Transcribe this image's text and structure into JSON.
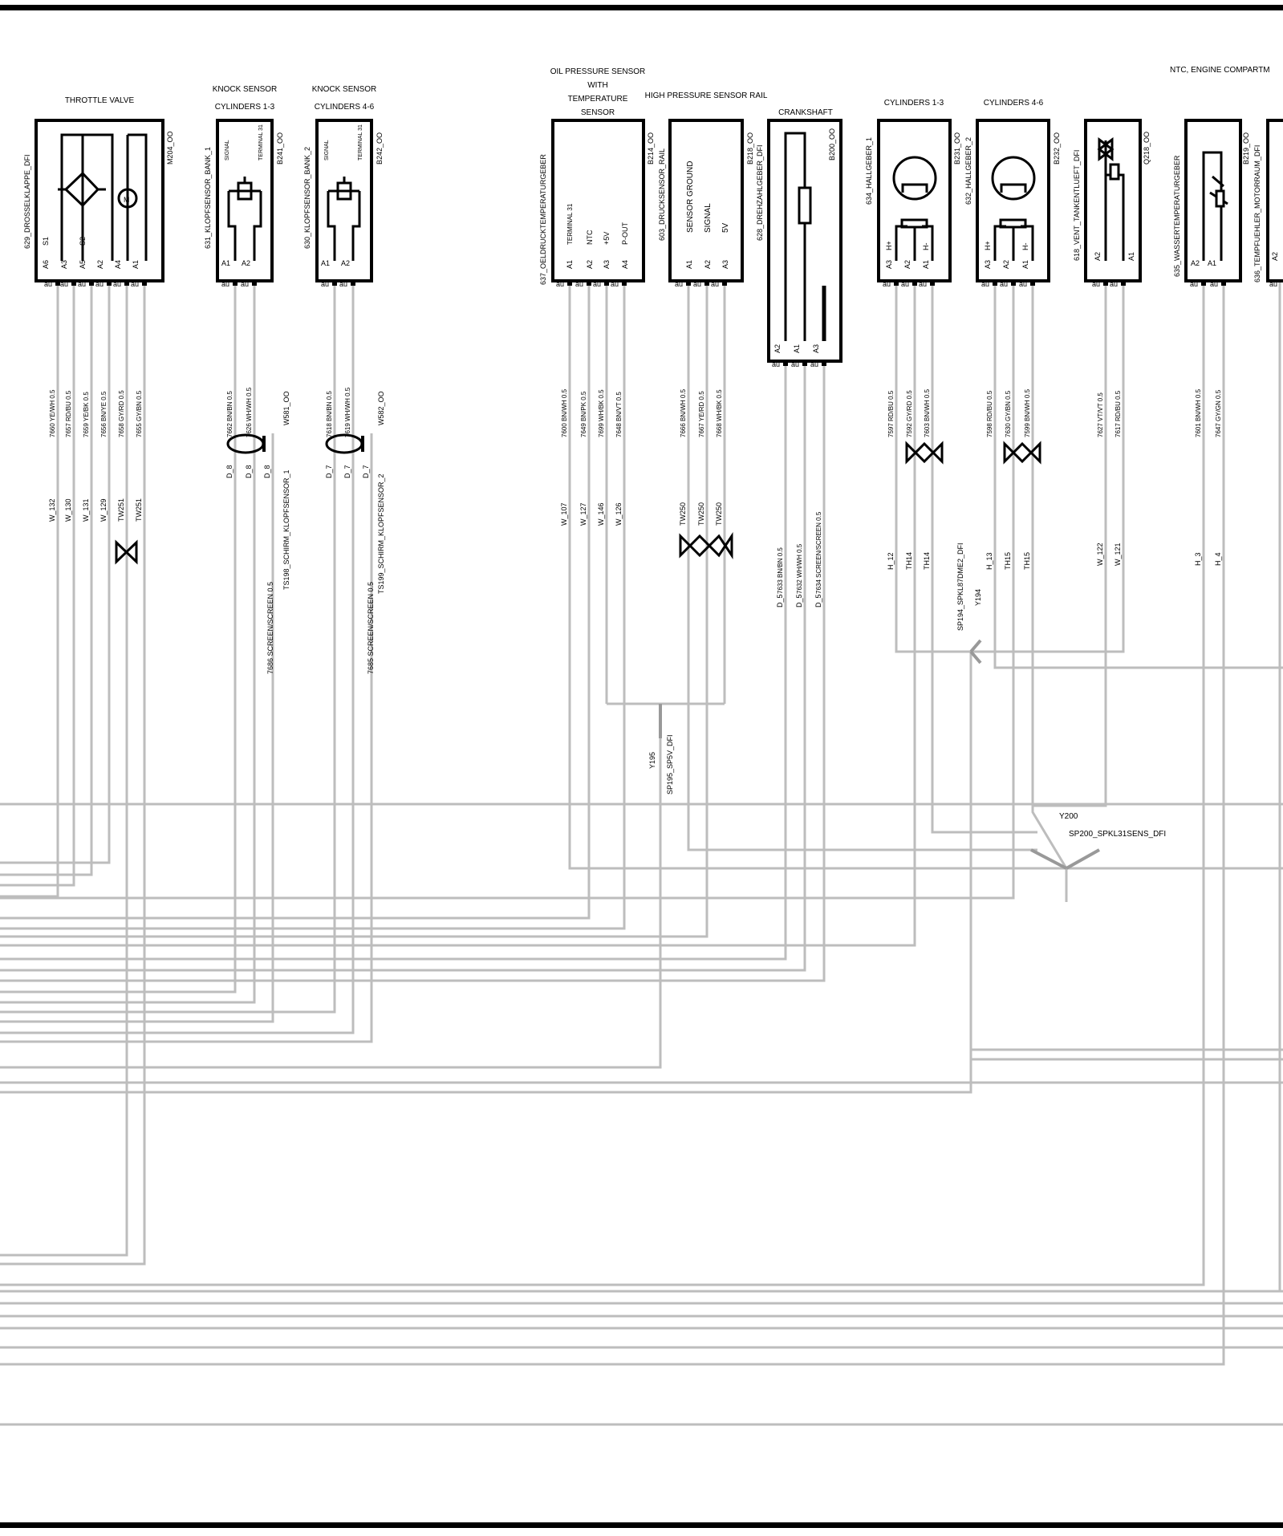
{
  "titles": {
    "throttle": "THROTTLE VALVE",
    "knock1_a": "KNOCK SENSOR",
    "knock1_b": "CYLINDERS 1-3",
    "knock2_a": "KNOCK SENSOR",
    "knock2_b": "CYLINDERS 4-6",
    "oil_a": "OIL PRESSURE SENSOR",
    "oil_b": "WITH",
    "oil_c": "TEMPERATURE",
    "oil_d": "SENSOR",
    "rail": "HIGH PRESSURE SENSOR RAIL",
    "crank": "CRANKSHAFT",
    "hall1": "CYLINDERS 1-3",
    "hall2": "CYLINDERS 4-6",
    "ntc": "NTC, ENGINE COMPARTM"
  },
  "components": {
    "throttle": {
      "name": "629_DROSSELKLAPPE_DFI",
      "ref": "M204_OO",
      "pins": [
        "A6",
        "A3",
        "A5",
        "A2",
        "A4",
        "A1"
      ],
      "int": [
        "S1",
        "S2"
      ]
    },
    "knock1": {
      "name": "631_KLOPFSENSOR_BANK_1",
      "ref": "B241_OO",
      "pins": [
        "A1",
        "A2"
      ],
      "int": [
        "SIGNAL",
        "TERMINAL 31"
      ]
    },
    "knock2": {
      "name": "630_KLOPFSENSOR_BANK_2",
      "ref": "B242_OO",
      "pins": [
        "A1",
        "A2"
      ],
      "int": [
        "SIGNAL",
        "TERMINAL 31"
      ]
    },
    "oil": {
      "name": "637_OELDRUCKTEMPERATURGEBER",
      "ref": "B214_OO",
      "pins": [
        "A1",
        "A2",
        "A3",
        "A4"
      ],
      "int": [
        "TERMINAL 31",
        "NTC",
        "+5V",
        "P-OUT"
      ]
    },
    "rail": {
      "name": "603_DRUCKSENSOR_RAIL",
      "ref": "B218_OO",
      "pins": [
        "A1",
        "A2",
        "A3"
      ],
      "int": [
        "SENSOR GROUND",
        "SIGNAL",
        "5V"
      ]
    },
    "crank": {
      "name": "628_DREHZAHLGEBER_DFI",
      "ref": "B200_OO",
      "pins": [
        "A2",
        "A1",
        "A3"
      ]
    },
    "hall1": {
      "name": "634_HALLGEBER_1",
      "ref": "B231_OO",
      "pins": [
        "A3",
        "A2",
        "A1"
      ],
      "int": [
        "H+",
        "H-"
      ]
    },
    "hall2": {
      "name": "632_HALLGEBER_2",
      "ref": "B232_OO",
      "pins": [
        "A3",
        "A2",
        "A1"
      ],
      "int": [
        "H+",
        "H-"
      ]
    },
    "vent": {
      "name": "618_VENT_TANKENTLUEFT_DFI",
      "ref": "Q218_OO",
      "pins": [
        "A2",
        "A1"
      ]
    },
    "water": {
      "name": "635_WASSERTEMPERATURGEBER",
      "pins": [
        "A2",
        "A1"
      ]
    },
    "ntc": {
      "name": "636_TEMPFUEHLER_MOTORRAUM_DFI",
      "ref": "B219_OO",
      "pins": [
        "A2"
      ]
    }
  },
  "pin_tag": "au",
  "wires": {
    "throttle": [
      "7660 YE/WH 0.5",
      "7657 RD/BU 0.5",
      "7659 YE/BK 0.5",
      "7656 BN/YE 0.5",
      "7658 GY/RD 0.5",
      "7655 GY/BN 0.5"
    ],
    "knock1": [
      "7662 BN/BN 0.5",
      "7626 WH/WH 0.5"
    ],
    "knock2": [
      "7618 BN/BN 0.5",
      "7619 WH/WH 0.5"
    ],
    "oil": [
      "7600 BN/WH 0.5",
      "7649 BN/PK 0.5",
      "7699 WH/BK 0.5",
      "7648 BN/VT 0.5"
    ],
    "rail": [
      "7666 BN/WH 0.5",
      "7667 YE/RD 0.5",
      "7668 WH/BK 0.5"
    ],
    "crank": [
      "7633 BN/BN 0.5",
      "7632 WH/WH 0.5",
      "7634 SCREEN/SCREEN 0.5"
    ],
    "hall1": [
      "7597 RD/BU 0.5",
      "7592 GY/RD 0.5",
      "7603 BN/WH 0.5"
    ],
    "hall2": [
      "7598 RD/BU 0.5",
      "7630 GY/BN 0.5",
      "7599 BN/WH 0.5"
    ],
    "vent": [
      "7627 VT/VT 0.5",
      "7617 RD/BU 0.5"
    ],
    "water": [
      "7601 BN/WH 0.5",
      "7647 GY/GN 0.5"
    ]
  },
  "connectors": {
    "throttle": [
      "W_132",
      "W_130",
      "W_131",
      "W_129",
      "TW251",
      "TW251"
    ],
    "knock1": [
      "D_8",
      "D_8",
      "D_8"
    ],
    "knock2": [
      "D_7",
      "D_7",
      "D_7"
    ],
    "oil": [
      "W_107",
      "W_127",
      "W_146",
      "W_126"
    ],
    "rail": [
      "TW250",
      "TW250",
      "TW250"
    ],
    "crank": [
      "D_5",
      "D_5",
      "D_5"
    ],
    "hall1": [
      "H_12",
      "TH14",
      "TH14"
    ],
    "hall2": [
      "H_13",
      "TH15",
      "TH15"
    ],
    "vent": [
      "W_122",
      "W_121"
    ],
    "water": [
      "H_3",
      "H_4"
    ]
  },
  "shields": {
    "w581": "W581_OO",
    "w582": "W582_OO",
    "ts198": "TS198_SCHIRM_KLOPFSENSOR_1",
    "ts199": "TS199_SCHIRM_KLOPFSENSOR_2",
    "s7686": "7686 SCREEN/SCREEN 0.5",
    "s7685": "7685 SCREEN/SCREEN 0.5"
  },
  "splices": {
    "y195": "Y195",
    "sp195": "SP195_SP5V_DFI",
    "y194": "Y194",
    "sp194": "SP194_SPKL87DME2_DFI",
    "y200": "Y200",
    "sp200": "SP200_SPKL31SENS_DFI"
  }
}
